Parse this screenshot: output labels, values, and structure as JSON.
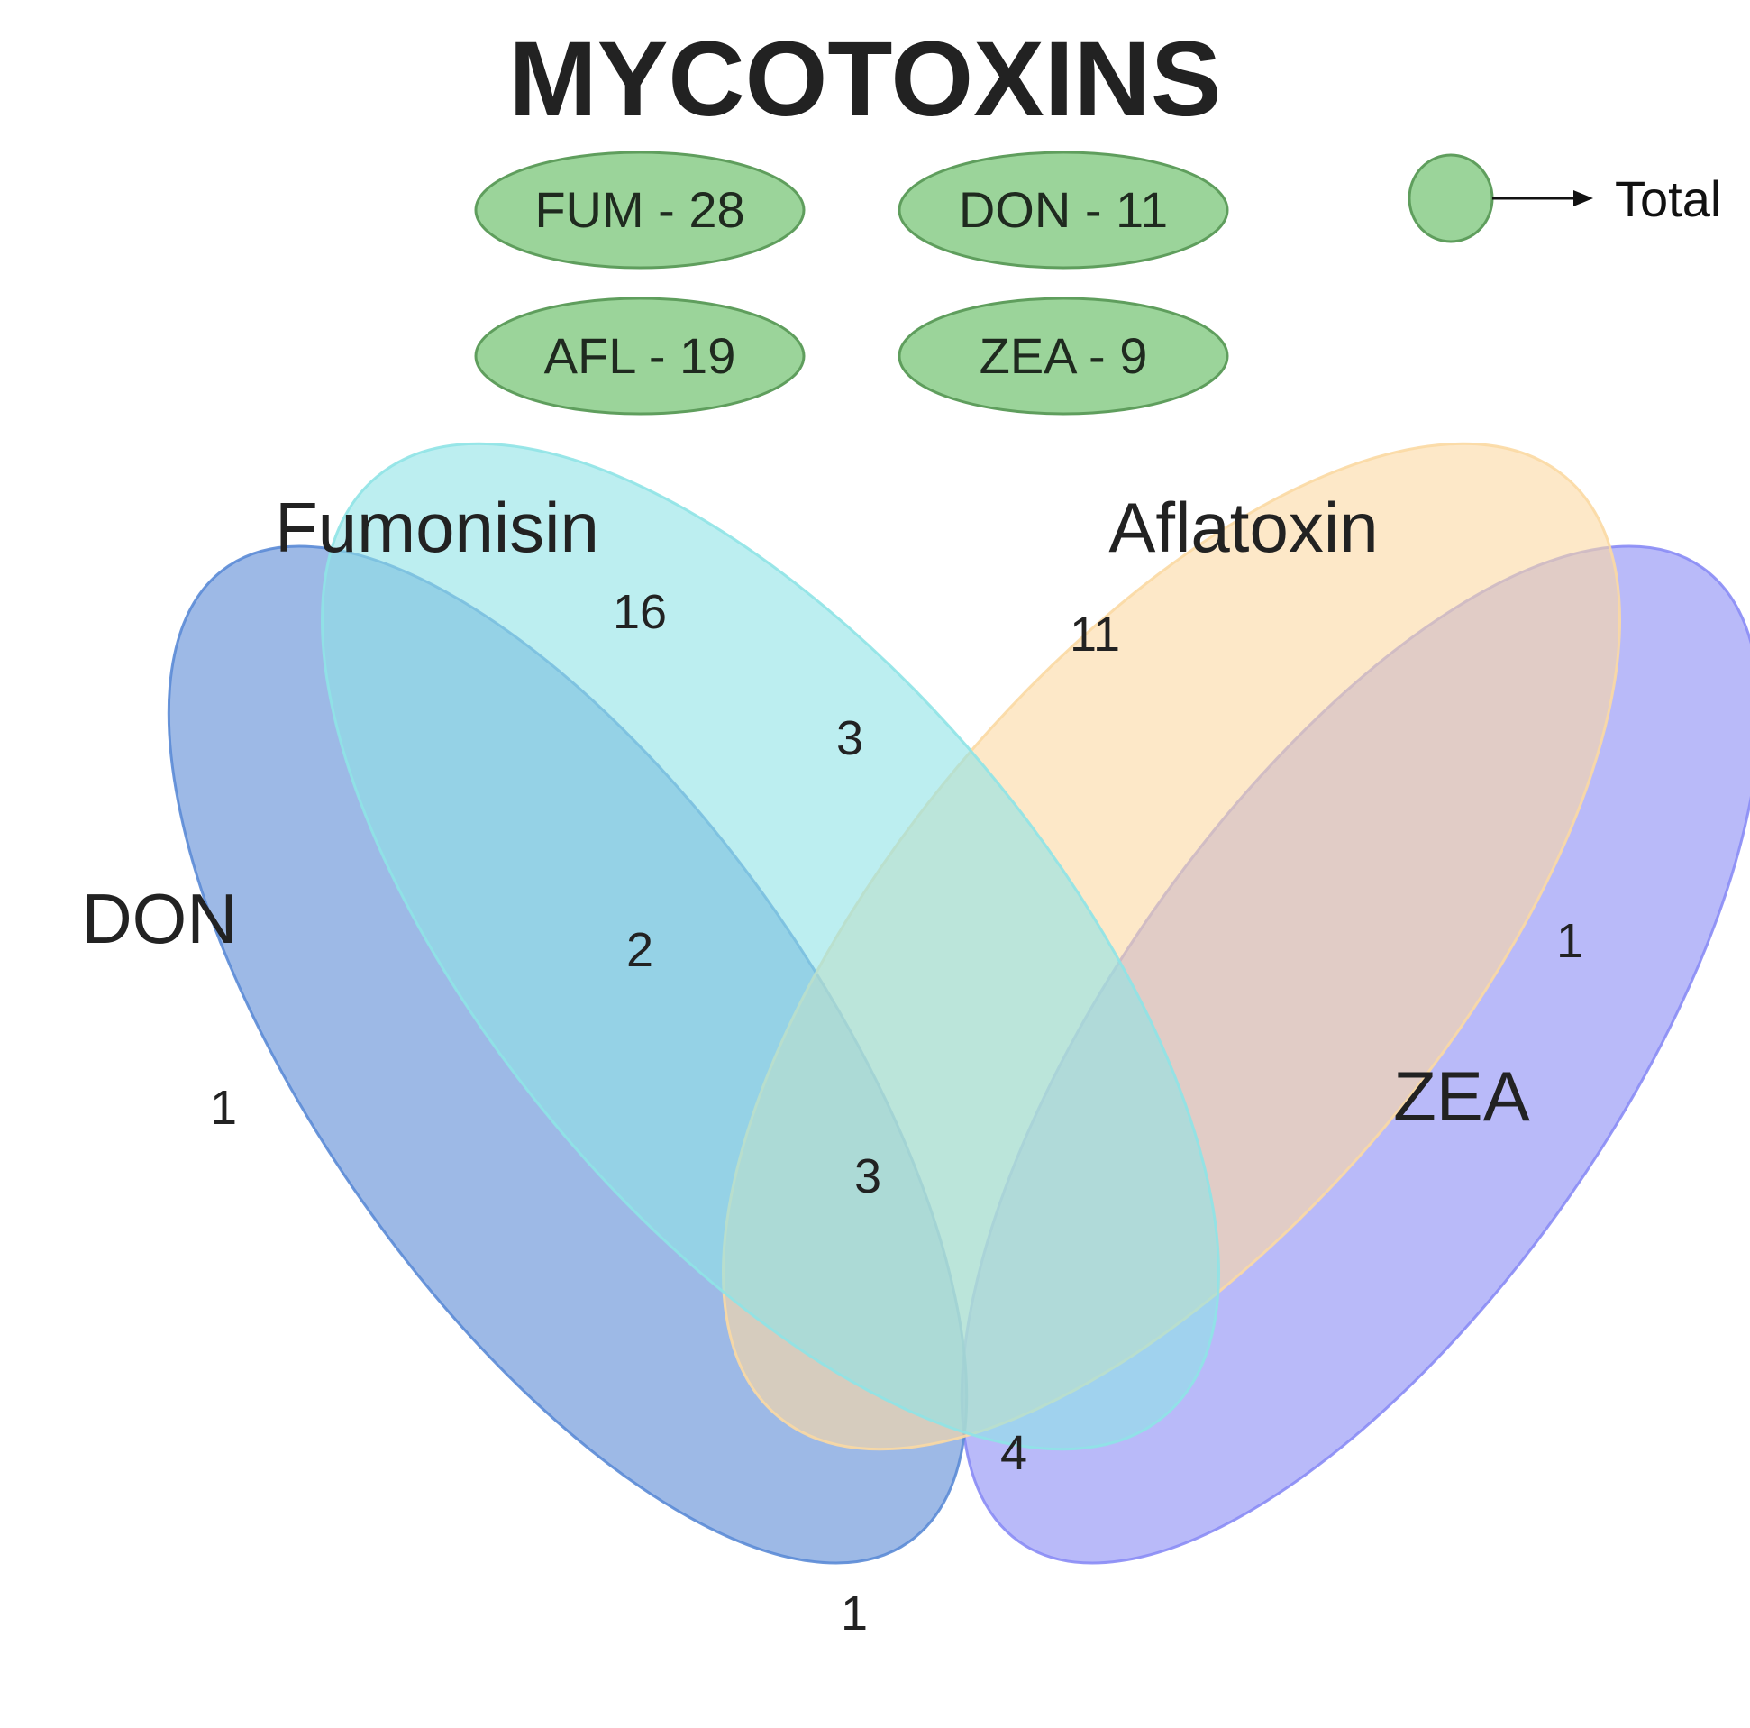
{
  "title": "MYCOTOXINS",
  "totals": [
    {
      "label": "FUM - 28"
    },
    {
      "label": "DON - 11"
    },
    {
      "label": "AFL - 19"
    },
    {
      "label": "ZEA - 9"
    }
  ],
  "legend": {
    "label": "Total"
  },
  "sets": {
    "fumonisin": {
      "label": "Fumonisin",
      "color": "#8fe3e6"
    },
    "aflatoxin": {
      "label": "Aflatoxin",
      "color": "#fbd9a3"
    },
    "don": {
      "label": "DON",
      "color": "#5b8bd6"
    },
    "zea": {
      "label": "ZEA",
      "color": "#8a8cf5"
    }
  },
  "regions": {
    "fumonisin_only": "16",
    "aflatoxin_only": "11",
    "fumonisin_aflatoxin": "3",
    "zea_only": "1",
    "don_only": "1",
    "don_fumonisin_aflatoxin": "2",
    "all_four": "3",
    "fumonisin_aflatoxin_zea": "4",
    "don_zea": "1"
  },
  "colors": {
    "pill_fill": "#9bd49a",
    "pill_stroke": "#5f9e5d"
  }
}
